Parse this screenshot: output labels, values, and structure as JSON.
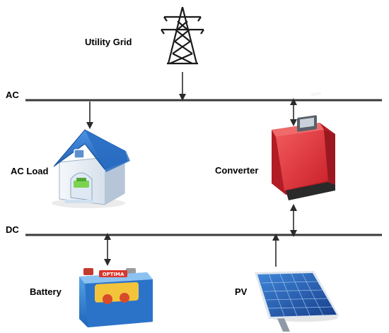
{
  "labels": {
    "utility_grid": "Utility Grid",
    "ac_bus": "AC",
    "dc_bus": "DC",
    "ac_load": "AC Load",
    "converter": "Converter",
    "battery": "Battery",
    "pv": "PV"
  },
  "battery_brand": "OPTIMA",
  "colors": {
    "bus_line": "#3a3a3a",
    "house_roof": "#2a6fc4",
    "converter_body": "#e8393c",
    "battery_body": "#2f86d6",
    "pv_panel": "#1f5fb8"
  },
  "icons": [
    "transmission-tower-icon",
    "house-icon",
    "inverter-icon",
    "battery-icon",
    "solar-panel-icon"
  ]
}
